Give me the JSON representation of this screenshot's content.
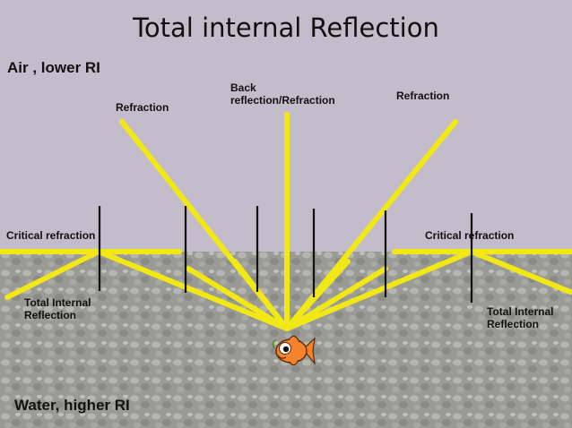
{
  "title": "Total internal Reflection",
  "media": {
    "upper": "Air , lower RI",
    "lower": "Water, higher RI"
  },
  "labels": {
    "refraction_left": "Refraction",
    "back_reflection": "Back\nreflection/Refraction",
    "refraction_right": "Refraction",
    "critical_left": "Critical refraction",
    "critical_right": "Critical refraction",
    "tir_left": "Total Internal\nReflection",
    "tir_right": "Total Internal\nReflection"
  },
  "colors": {
    "air": "#c3bccb",
    "water": "#9a9a96",
    "ray": "#f2e816",
    "normal": "#111111",
    "fish": "#f4832a"
  },
  "icons": {
    "fish": "fish-icon"
  }
}
